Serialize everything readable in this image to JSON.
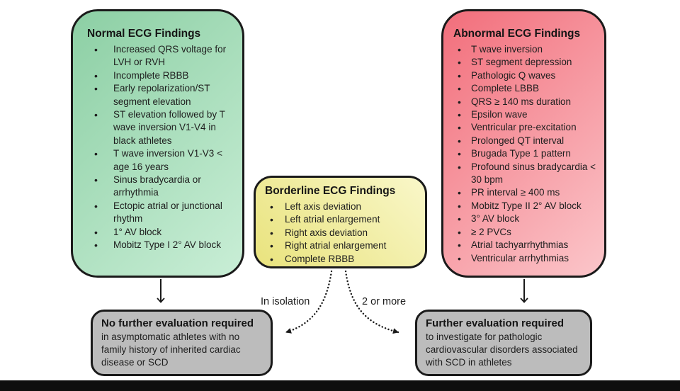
{
  "diagram": {
    "normal_box": {
      "title": "Normal ECG Findings",
      "items": [
        "Increased QRS voltage for LVH or RVH",
        "Incomplete RBBB",
        "Early repolarization/ST segment elevation",
        "ST elevation followed by T wave inversion V1-V4 in black athletes",
        "T wave inversion V1-V3 < age 16 years",
        "Sinus bradycardia or arrhythmia",
        "Ectopic atrial or junctional rhythm",
        "1° AV block",
        "Mobitz Type I 2° AV block"
      ],
      "gradient_start": "#8ccfa4",
      "gradient_end": "#c9eed6"
    },
    "borderline_box": {
      "title": "Borderline ECG Findings",
      "items": [
        "Left axis deviation",
        "Left atrial enlargement",
        "Right axis deviation",
        "Right atrial enlargement",
        "Complete RBBB"
      ],
      "gradient_start": "#e9e37d",
      "gradient_end": "#f9f7c9"
    },
    "abnormal_box": {
      "title": "Abnormal ECG Findings",
      "items": [
        "T wave inversion",
        "ST segment depression",
        "Pathologic Q waves",
        "Complete LBBB",
        "QRS ≥ 140 ms duration",
        "Epsilon wave",
        "Ventricular pre-excitation",
        "Prolonged QT interval",
        "Brugada Type 1 pattern",
        "Profound sinus bradycardia < 30 bpm",
        "PR interval ≥ 400 ms",
        "Mobitz Type II 2° AV block",
        "3° AV block",
        "≥ 2 PVCs",
        "Atrial tachyarrhythmias",
        "Ventricular arrhythmias"
      ],
      "gradient_start": "#f26e7b",
      "gradient_end": "#fbc6ca"
    },
    "no_further_box": {
      "title": "No further evaluation required",
      "body": "in asymptomatic athletes with no family history of inherited cardiac disease or SCD",
      "fill": "#bcbcbc"
    },
    "further_box": {
      "title": "Further evaluation required",
      "body": "to investigate for pathologic cardiovascular disorders associated with SCD in athletes",
      "fill": "#bcbcbc"
    },
    "connector_labels": {
      "in_isolation": "In isolation",
      "two_or_more": "2 or more"
    },
    "colors": {
      "border": "#1a1a1a",
      "arrow": "#1a1a1a",
      "bottom_bar": "#0e0e0e",
      "background": "#ffffff"
    }
  }
}
